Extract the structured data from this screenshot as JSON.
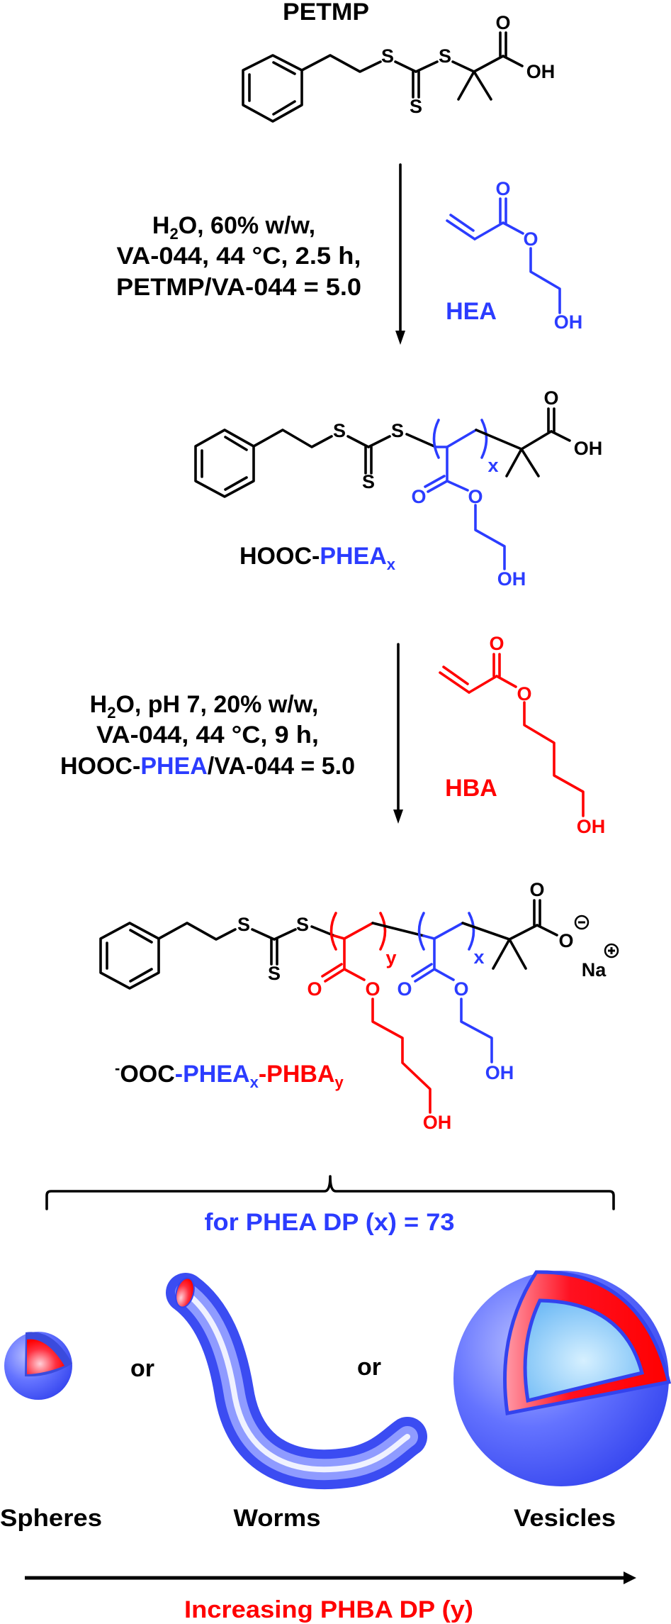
{
  "atoms": {
    "S": "S",
    "O": "O",
    "OH": "OH",
    "Na": "Na",
    "x": "x",
    "y": "y"
  },
  "colors": {
    "phea_blue": "#2b3cff",
    "phba_red": "#ff0000",
    "text": "#000000",
    "vesicle_lumen": "#9fd8ff"
  },
  "icons": {
    "minus": "circled-minus",
    "plus": "circled-plus"
  },
  "step1": {
    "reagent_title": "PETMP",
    "conditions": {
      "l1_pre": "H",
      "l1_sub": "2",
      "l1_post": "O, 60% w/w,",
      "l2": "VA-044, 44 °C, 2.5 h,",
      "l3": "PETMP/VA-044 = 5.0"
    },
    "monomer_label": "HEA"
  },
  "product1": {
    "label_a": "HOOC-",
    "label_b": "PHEA",
    "label_sub": "x"
  },
  "step2": {
    "conditions": {
      "l1_pre": "H",
      "l1_sub": "2",
      "l1_post": "O, pH 7, 20% w/w,",
      "l2": "VA-044, 44 °C, 9 h,",
      "l3_a": "HOOC-",
      "l3_b": "PHEA",
      "l3_c": "/VA-044 = 5.0"
    },
    "monomer_label": "HBA"
  },
  "product2": {
    "label_minus": "-",
    "label_a": "OOC",
    "label_b": "-PHEA",
    "label_bsub": "x",
    "label_c": "-PHBA",
    "label_csub": "y"
  },
  "morphology": {
    "condition": "for PHEA DP (x) = 73",
    "or": "or",
    "labels": [
      "Spheres",
      "Worms",
      "Vesicles"
    ],
    "axis_label": "Increasing PHBA DP (y)"
  }
}
